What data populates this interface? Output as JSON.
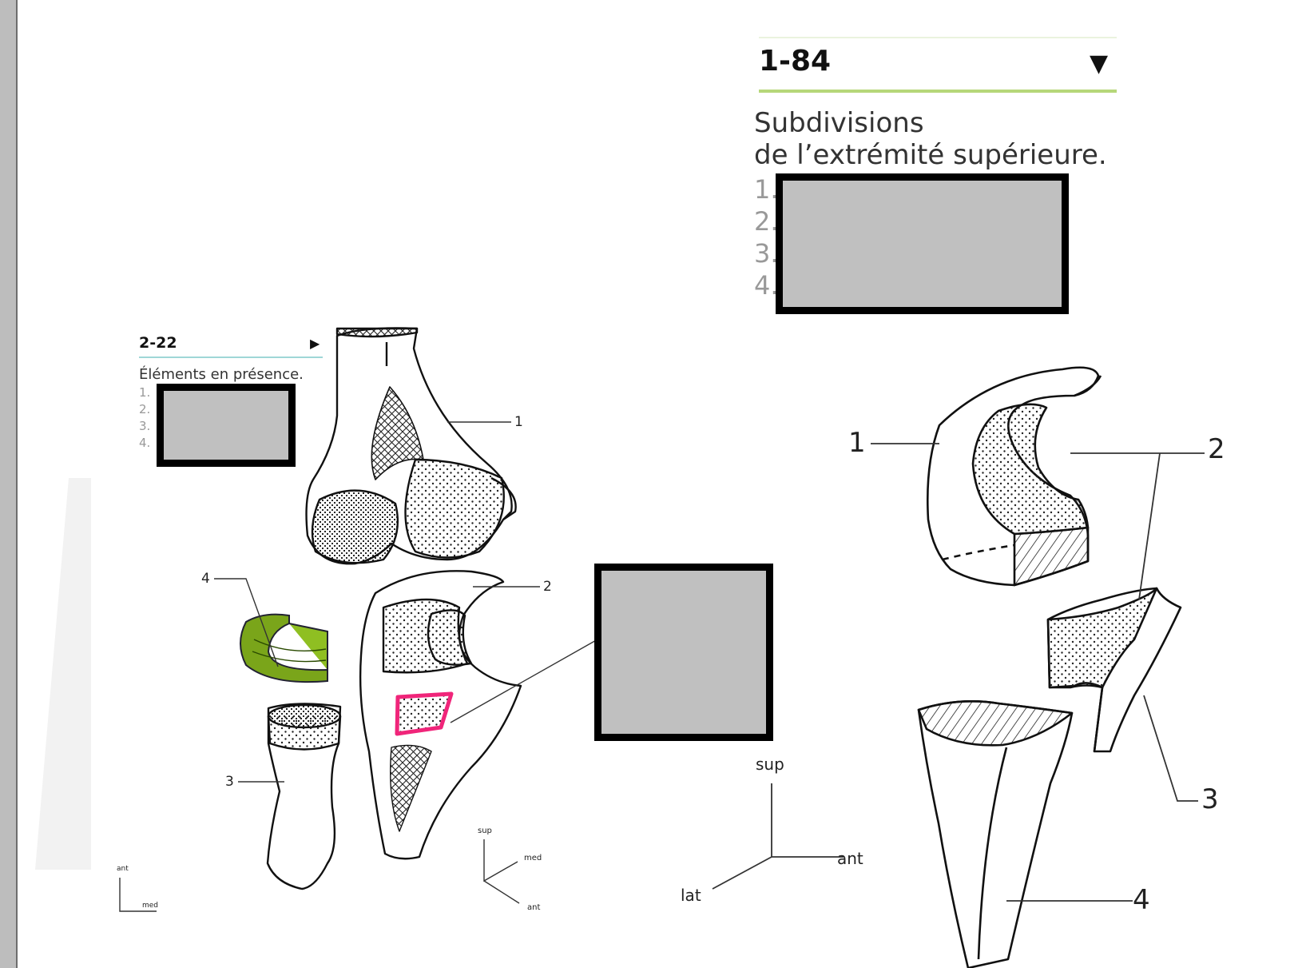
{
  "panel_right": {
    "code": "1-84",
    "arrow": "▼",
    "title_line1": "Subdivisions",
    "title_line2": "de l’extrémité supérieure.",
    "list": [
      "1.",
      "2.",
      "3.",
      "4."
    ],
    "callouts": [
      "1",
      "2",
      "3",
      "4"
    ],
    "axes": {
      "sup": "sup",
      "ant": "ant",
      "lat": "lat"
    }
  },
  "panel_left": {
    "code": "2-22",
    "arrow": "▶",
    "title": "Éléments en présence.",
    "list": [
      "1.",
      "2.",
      "3.",
      "4."
    ],
    "callouts": [
      "1",
      "2",
      "3",
      "4"
    ],
    "axes": {
      "sup": "sup",
      "med": "med",
      "ant": "ant"
    },
    "small_axes": {
      "top": "ant",
      "right": "med"
    }
  },
  "colors": {
    "header_line": "#b6d77a",
    "mask_fill": "#c0c0c0",
    "mask_border": "#000000",
    "ligament_green": "#7aa51a",
    "highlight_pink": "#f0257a"
  }
}
